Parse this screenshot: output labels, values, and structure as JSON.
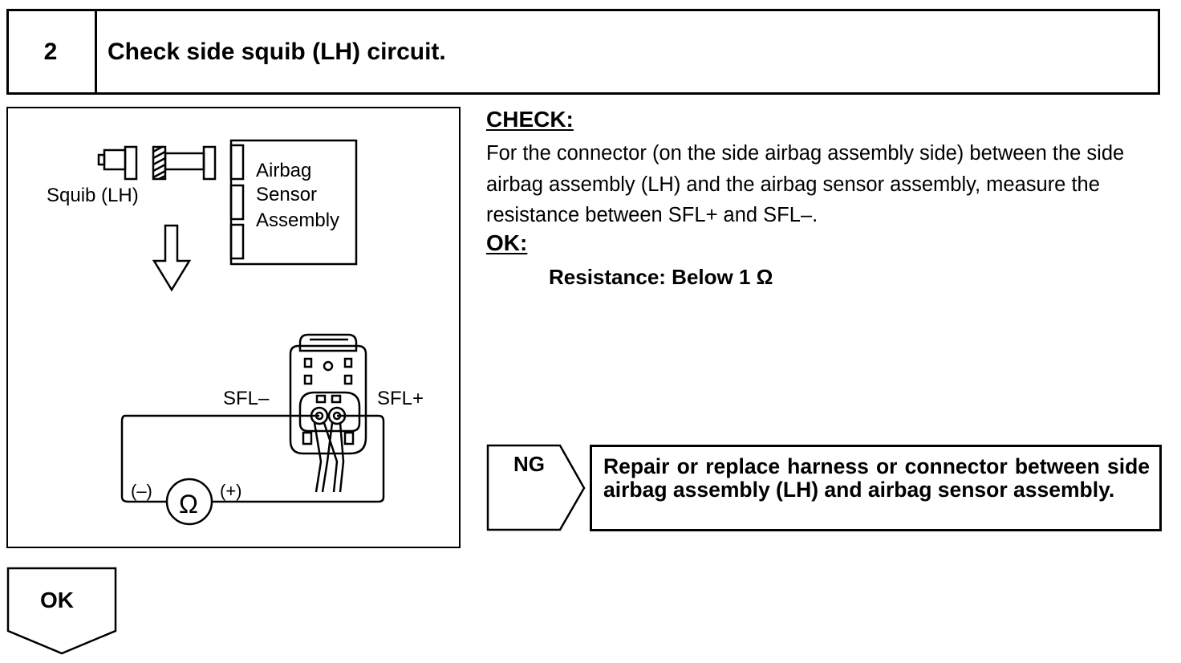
{
  "header": {
    "step_number": "2",
    "title": "Check side squib (LH) circuit."
  },
  "diagram": {
    "squib_label": "Squib (LH)",
    "sensor_label_line1": "Airbag",
    "sensor_label_line2": "Sensor",
    "sensor_label_line3": "Assembly",
    "terminal_minus": "SFL–",
    "terminal_plus": "SFL+",
    "meter_minus": "(–)",
    "meter_plus": "(+)",
    "meter_symbol": "Ω",
    "icons": [
      "down-arrow-icon",
      "ohmmeter-icon",
      "connector-icon"
    ]
  },
  "check": {
    "heading": "CHECK:",
    "text": "For the connector (on the side airbag assembly side) between the side airbag assembly (LH) and the airbag sensor assembly, measure the resistance between SFL+ and SFL–."
  },
  "ok": {
    "heading": "OK:",
    "spec": "Resistance: Below 1 Ω"
  },
  "ng": {
    "label": "NG",
    "action": "Repair or replace harness or connector between side airbag assembly (LH) and airbag sensor assembly."
  },
  "result": {
    "ok_label": "OK"
  }
}
